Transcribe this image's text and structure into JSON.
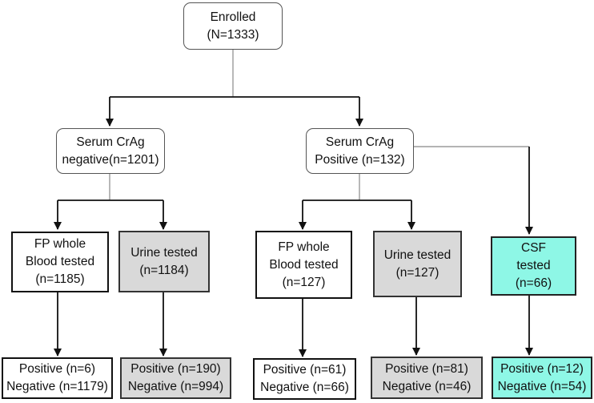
{
  "nodes": {
    "enrolled": {
      "lines": [
        "Enrolled",
        "(N=1333)"
      ]
    },
    "serum_negative": {
      "lines": [
        "Serum CrAg",
        "negative(n=1201)"
      ]
    },
    "serum_positive": {
      "lines": [
        "Serum CrAg",
        "Positive (n=132)"
      ]
    },
    "neg_blood": {
      "lines": [
        "FP whole",
        "Blood tested",
        "(n=1185)"
      ]
    },
    "neg_urine": {
      "lines": [
        "Urine tested",
        "(n=1184)"
      ]
    },
    "pos_blood": {
      "lines": [
        "FP whole",
        "Blood tested",
        "(n=127)"
      ]
    },
    "pos_urine": {
      "lines": [
        "Urine tested",
        "(n=127)"
      ]
    },
    "csf": {
      "lines": [
        "CSF",
        "tested",
        "(n=66)"
      ]
    },
    "neg_blood_result": {
      "lines": [
        "Positive (n=6)",
        "Negative (n=1179)"
      ]
    },
    "neg_urine_result": {
      "lines": [
        "Positive (n=190)",
        "Negative (n=994)"
      ]
    },
    "pos_blood_result": {
      "lines": [
        "Positive (n=61)",
        "Negative (n=66)"
      ]
    },
    "pos_urine_result": {
      "lines": [
        "Positive (n=81)",
        "Negative (n=46)"
      ]
    },
    "csf_result": {
      "lines": [
        "Positive (n=12)",
        "Negative (n=54)"
      ]
    }
  },
  "colors": {
    "gray_fill": "#d9d9d9",
    "cyan_fill": "#8ef7e6",
    "line": "#111111",
    "thin_line": "#888888"
  }
}
